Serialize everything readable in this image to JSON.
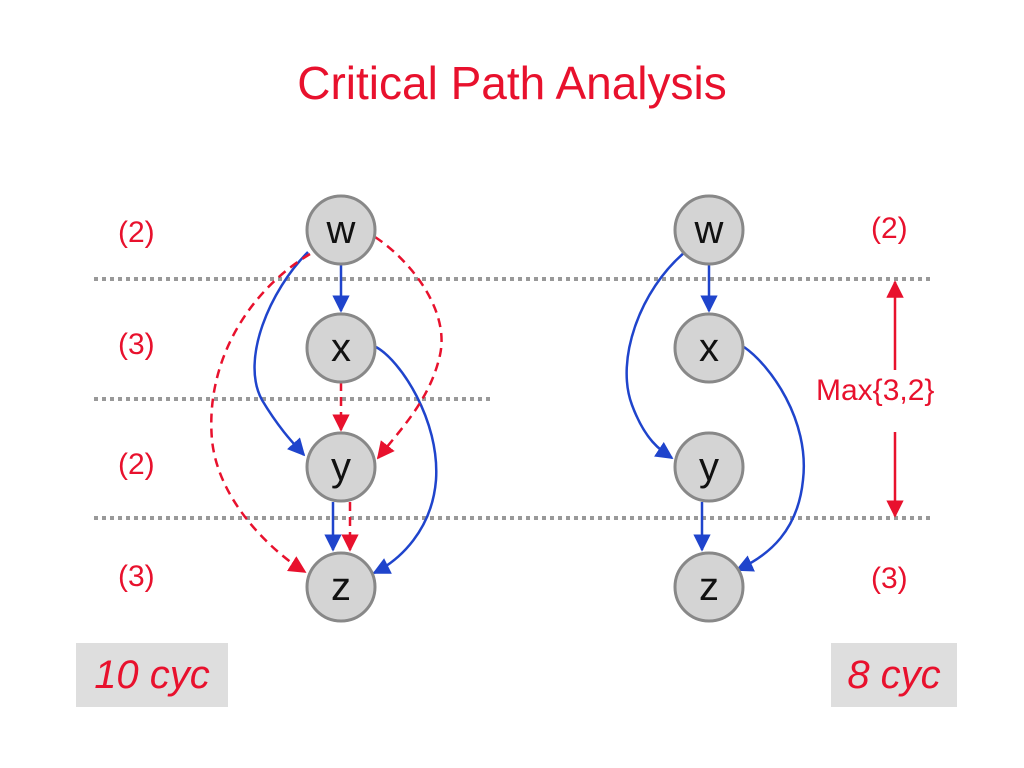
{
  "title": "Critical Path Analysis",
  "colors": {
    "accent": "#e8112d",
    "blue": "#1f44cc",
    "node_fill": "#d4d4d4",
    "node_stroke": "#888888",
    "divider": "#999999",
    "box": "#dedede"
  },
  "left": {
    "latencies": [
      "(2)",
      "(3)",
      "(2)",
      "(3)"
    ],
    "nodes": [
      "w",
      "x",
      "y",
      "z"
    ],
    "total": "10 cyc"
  },
  "right": {
    "latencies": [
      "(2)",
      "(3)"
    ],
    "nodes": [
      "w",
      "x",
      "y",
      "z"
    ],
    "max_label": "Max{3,2}",
    "total": "8 cyc"
  }
}
